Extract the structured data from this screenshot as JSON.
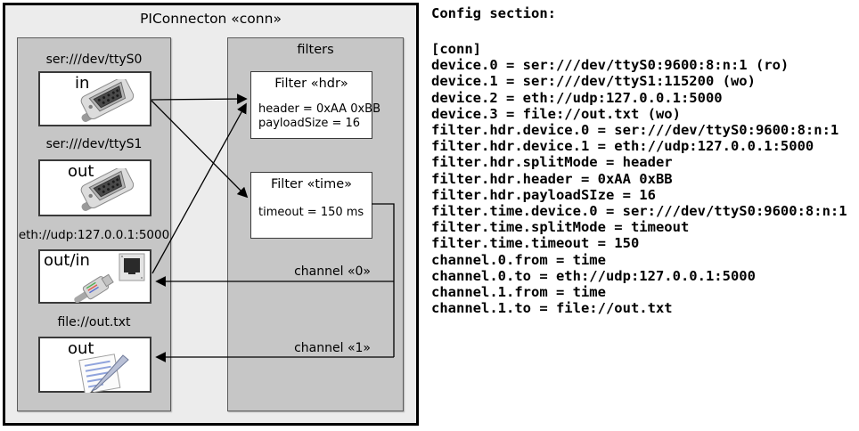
{
  "diagram": {
    "title": "PIConnecton «conn»",
    "devices_panel": {
      "devices": [
        {
          "label": "ser:///dev/ttyS0",
          "direction": "in",
          "icon": "serial-connector-icon"
        },
        {
          "label": "ser:///dev/ttyS1",
          "direction": "out",
          "icon": "serial-connector-icon"
        },
        {
          "label": "eth://udp:127.0.0.1:5000",
          "direction": "out/in",
          "icon": "ethernet-connector-icon"
        },
        {
          "label": "file://out.txt",
          "direction": "out",
          "icon": "notepad-pencil-icon"
        }
      ]
    },
    "filters_panel": {
      "title": "filters",
      "filters": [
        {
          "title": "Filter «hdr»",
          "attributes": [
            "header = 0xAA 0xBB",
            "payloadSize = 16"
          ]
        },
        {
          "title": "Filter «time»",
          "attributes": [
            "timeout = 150 ms"
          ]
        }
      ]
    },
    "channels": [
      {
        "label": "channel «0»"
      },
      {
        "label": "channel «1»"
      }
    ]
  },
  "config": {
    "heading": "Config section:",
    "lines": [
      "[conn]",
      "device.0 = ser:///dev/ttyS0:9600:8:n:1 (ro)",
      "device.1 = ser:///dev/ttyS1:115200 (wo)",
      "device.2 = eth://udp:127.0.0.1:5000",
      "device.3 = file://out.txt (wo)",
      "filter.hdr.device.0 = ser:///dev/ttyS0:9600:8:n:1",
      "filter.hdr.device.1 = eth://udp:127.0.0.1:5000",
      "filter.hdr.splitMode = header",
      "filter.hdr.header = 0xAA 0xBB",
      "filter.hdr.payloadSIze = 16",
      "filter.time.device.0 = ser:///dev/ttyS0:9600:8:n:1",
      "filter.time.splitMode = timeout",
      "filter.time.timeout = 150",
      "channel.0.from = time",
      "channel.0.to = eth://udp:127.0.0.1:5000",
      "channel.1.from = time",
      "channel.1.to = file://out.txt"
    ]
  },
  "colors": {
    "diagram_fill": "#ececec",
    "panel_fill": "#c6c6c6",
    "box_fill": "#ffffff",
    "border": "#000000"
  }
}
